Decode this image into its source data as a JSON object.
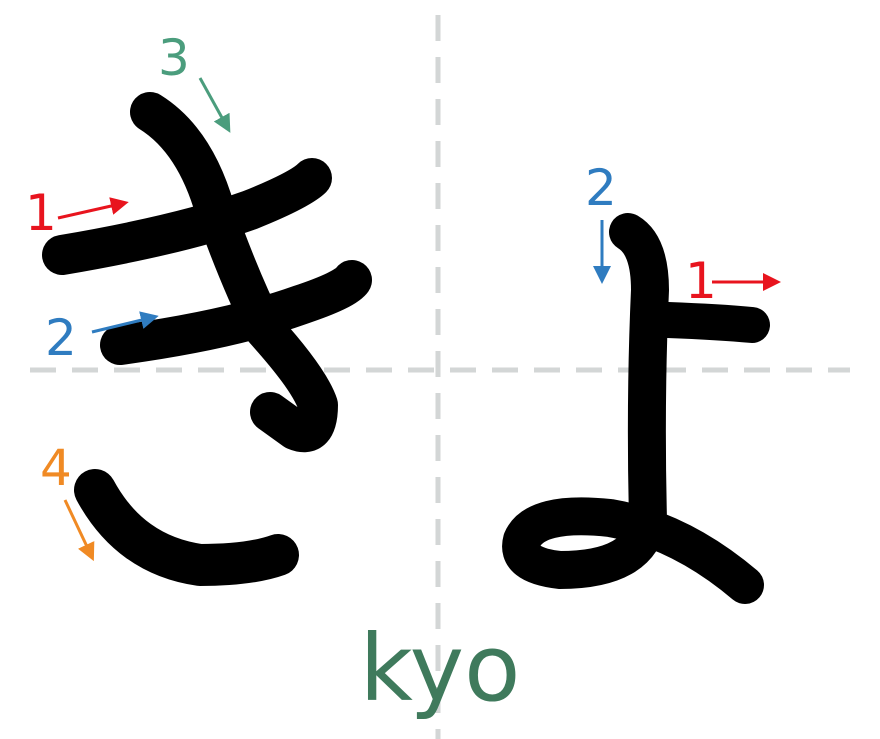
{
  "romaji": "kyo",
  "colors": {
    "red": "#e8141e",
    "blue": "#2f7cc0",
    "green": "#4b9d7d",
    "orange": "#f08a24",
    "romaji": "#3f7a5c",
    "guide": "#d3d6d6"
  },
  "characters": [
    {
      "kana": "き",
      "stroke_labels": [
        "1",
        "2",
        "3",
        "4"
      ]
    },
    {
      "kana": "ょ",
      "stroke_labels": [
        "1",
        "2"
      ]
    }
  ]
}
